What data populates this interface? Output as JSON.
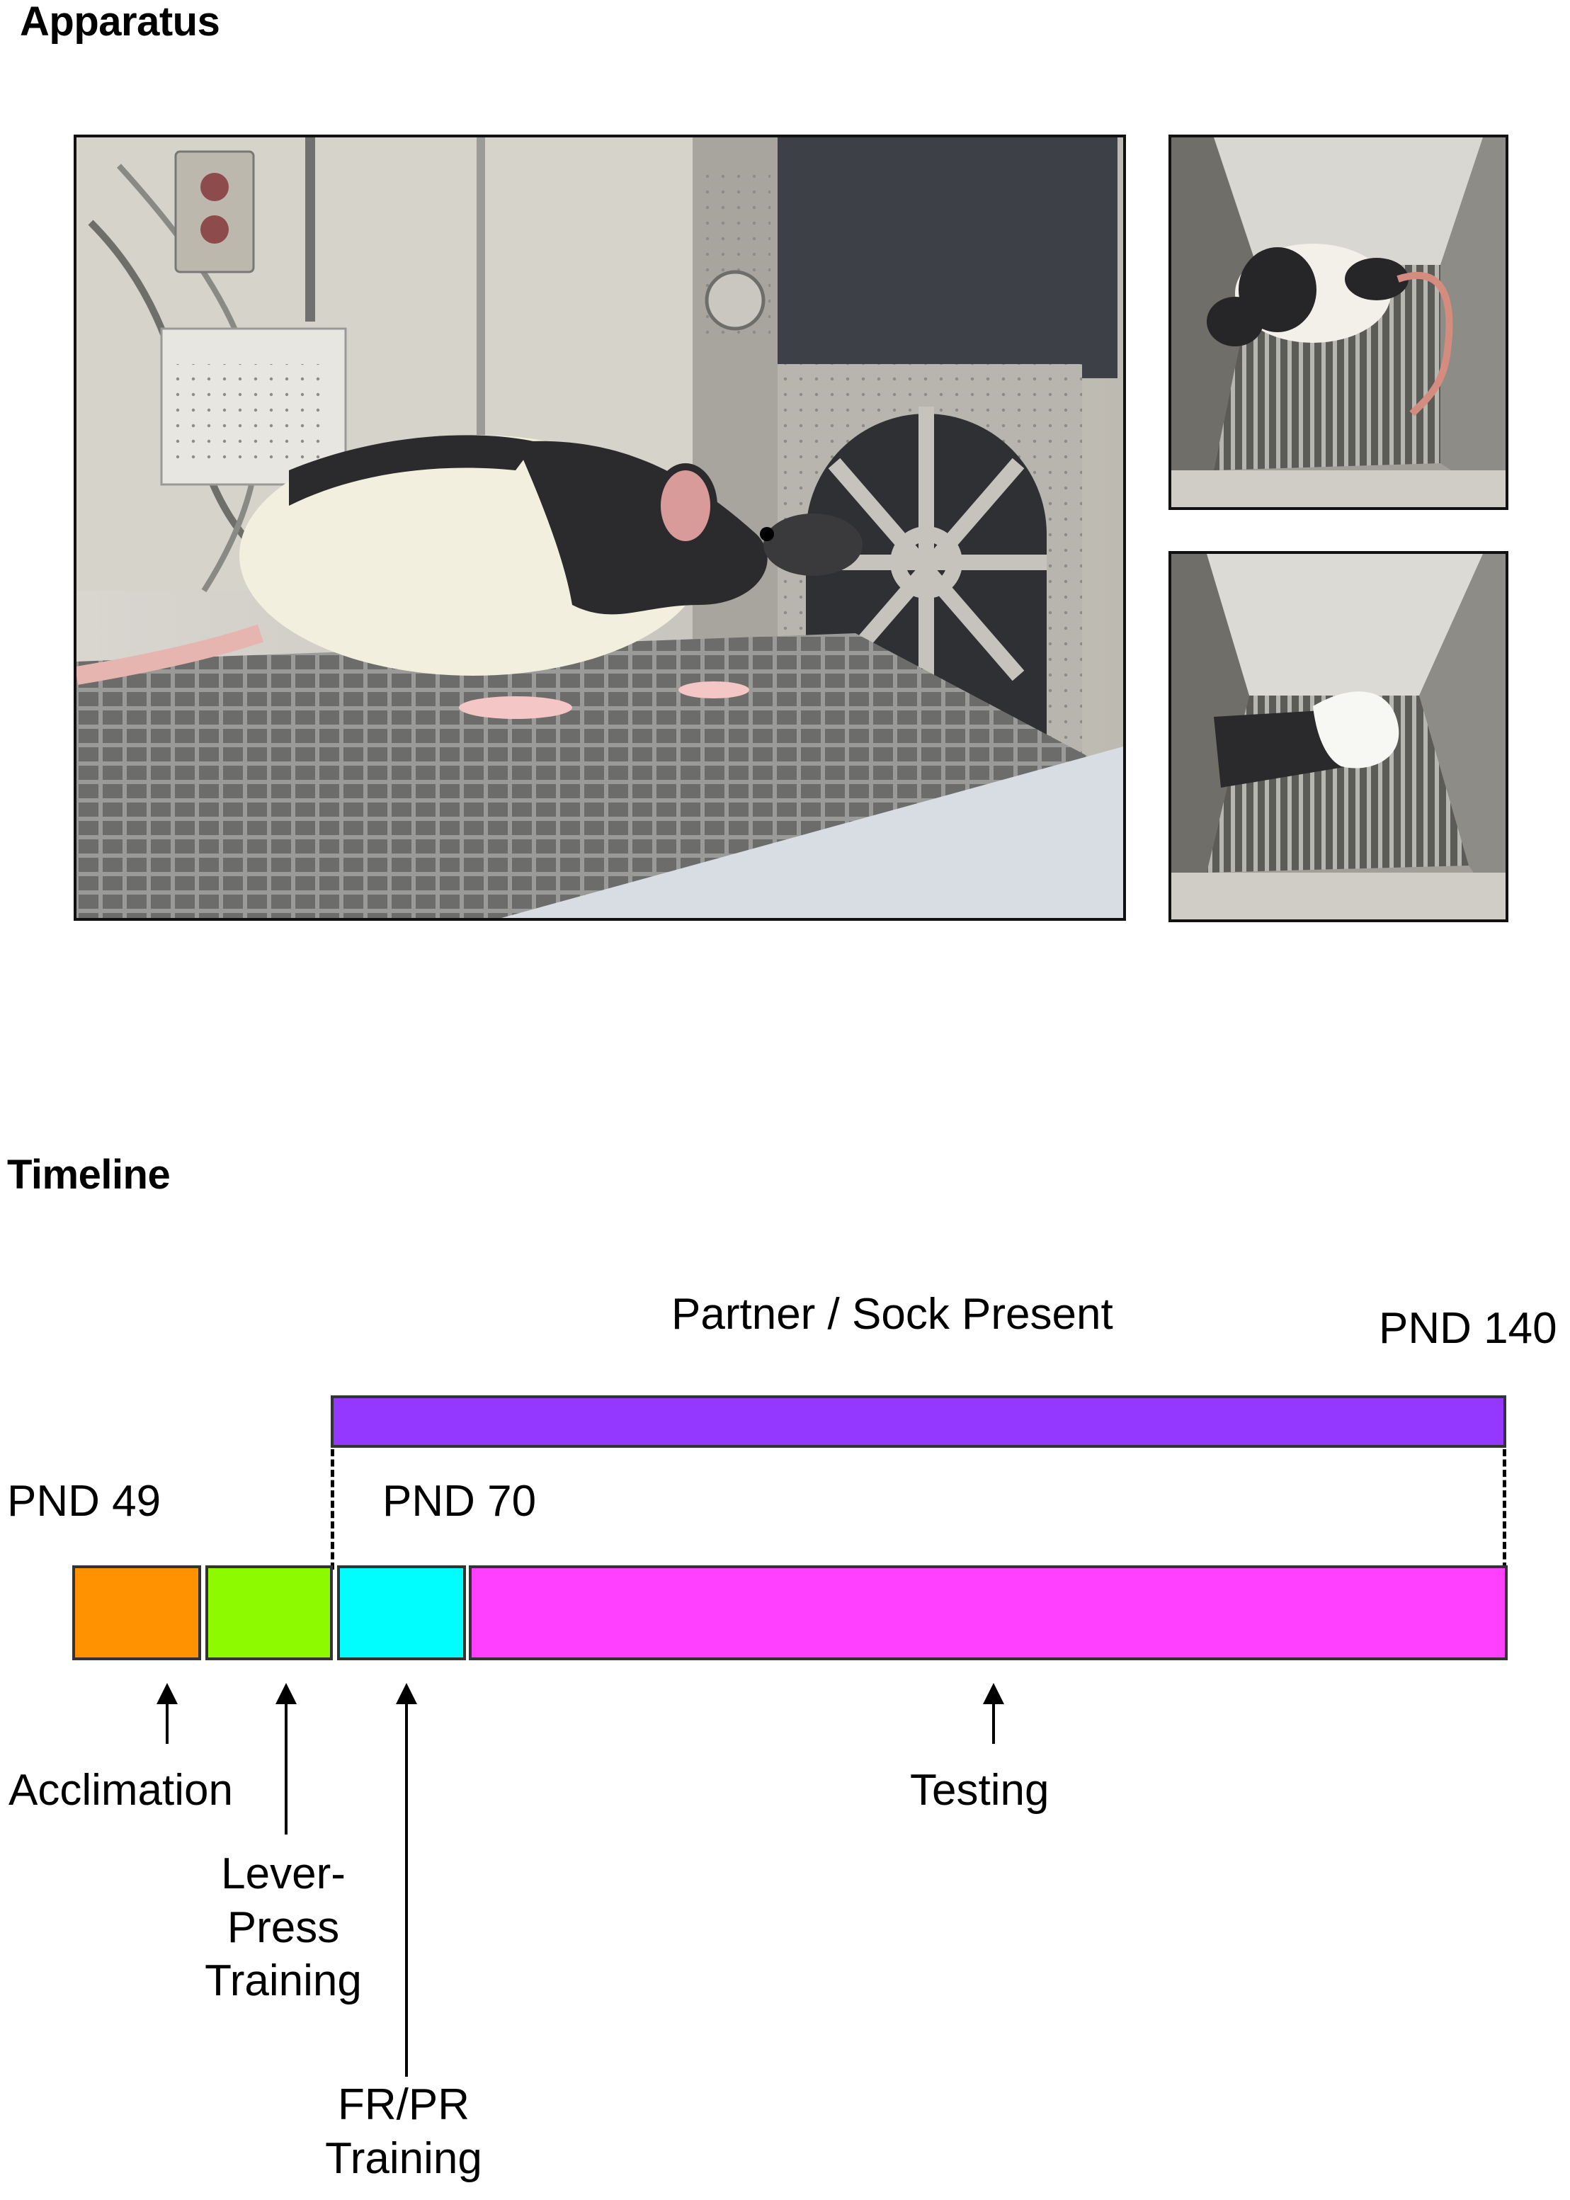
{
  "sections": {
    "apparatus_heading": "Apparatus",
    "timeline_heading": "Timeline"
  },
  "photos": {
    "main": "rat-in-operant-chamber-photo",
    "top_right": "rat-in-partner-compartment-photo",
    "bottom_right": "sock-in-partner-compartment-photo"
  },
  "timeline": {
    "partner_label": "Partner / Sock  Present",
    "pnd_start": "PND 49",
    "pnd_mid": "PND 70",
    "pnd_end": "PND 140",
    "phases": [
      {
        "label": "Acclimation",
        "color": "#FF9200"
      },
      {
        "label_lines": [
          "Lever-",
          "Press",
          "Training"
        ],
        "color": "#8EFA00"
      },
      {
        "label_lines": [
          "FR/PR",
          "Training"
        ],
        "color": "#00FDFF"
      },
      {
        "label": "Testing",
        "color": "#FF40FF"
      }
    ],
    "partner_bar_color": "#9437FF"
  }
}
